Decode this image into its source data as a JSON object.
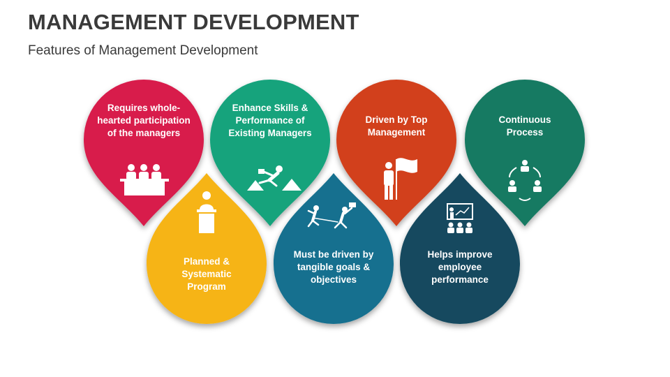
{
  "header": {
    "title": "MANAGEMENT DEVELOPMENT",
    "subtitle": "Features of Management Development"
  },
  "features": [
    {
      "label": "Requires whole-hearted participation of the managers",
      "color": "#d81b4b",
      "icon": "meeting-table-icon"
    },
    {
      "label": "Enhance Skills & Performance of Existing Managers",
      "color": "#12a37c",
      "icon": "hurdle-jump-icon"
    },
    {
      "label": "Driven by Top Management",
      "color": "#d2401f",
      "icon": "flag-leader-icon"
    },
    {
      "label": "Continuous Process",
      "color": "#157a62",
      "icon": "cycle-team-icon"
    },
    {
      "label": "Planned & Systematic Program",
      "color": "#f6b417",
      "icon": "podium-speaker-icon"
    },
    {
      "label": "Must be driven by tangible goals & objectives",
      "color": "#17708f",
      "icon": "goal-chase-icon"
    },
    {
      "label": "Helps improve employee performance",
      "color": "#124a5e",
      "icon": "presentation-board-icon"
    }
  ]
}
